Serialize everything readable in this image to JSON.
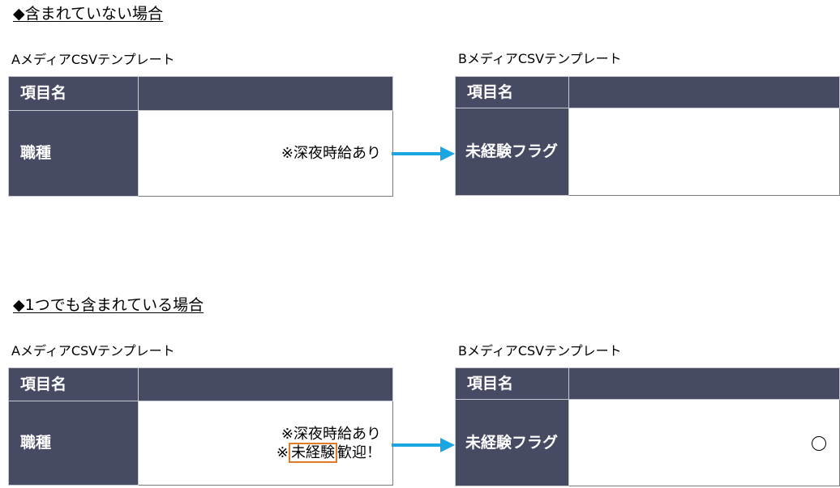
{
  "section1": {
    "heading": "◆含まれていない場合",
    "a_caption": "AメディアCSVテンプレート",
    "b_caption": "BメディアCSVテンプレート",
    "a_header": "項目名",
    "a_row_label": "職種",
    "a_row_value": "※深夜時給あり",
    "b_header": "項目名",
    "b_row_label": "未経験フラグ"
  },
  "section2": {
    "heading": "◆1つでも含まれている場合",
    "a_caption": "AメディアCSVテンプレート",
    "b_caption": "BメディアCSVテンプレート",
    "a_header": "項目名",
    "a_row_label": "職種",
    "a_row_value_line1": "※深夜時給あり",
    "a_row_value_line2_prefix": "※",
    "a_row_value_line2_highlight": "未経験",
    "a_row_value_line2_suffix": "歓迎！",
    "b_header": "項目名",
    "b_row_label": "未経験フラグ",
    "b_row_value_icon": "circle-mark"
  },
  "colors": {
    "header_fill": "#464a63",
    "arrow": "#1aa6e0",
    "highlight_border": "#e07b28"
  }
}
